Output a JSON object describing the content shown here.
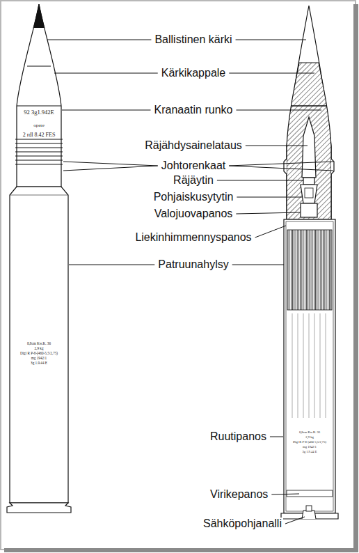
{
  "diagram": {
    "labels": [
      "Ballistinen kärki",
      "Kärkikappale",
      "Kranaatin runko",
      "Räjähdysainelataus",
      "Johtorenkaat",
      "Räjäytin",
      "Pohjaiskusytytin",
      "Valojuovapanos",
      "Liekinhimmennyspanos",
      "Patruunahylsy",
      "Ruutipanos",
      "Virikepanos",
      "Sähköpohjanalli",
      "92 3g1.942E",
      "opere",
      "2 rdl 8.42 FES",
      "8,8cm Kw.K. 36",
      "2,9 kg",
      "Digl R P-8-(460-5,5/2,75)",
      "mg 1942/1",
      "3g 1.9.44 E",
      "8,8cm Kw.K. 36",
      "2,9 kg",
      "Digl R P-8-(460-5,5/2,75)",
      "mg 1942/1",
      "3g 1.9.44 E"
    ]
  }
}
